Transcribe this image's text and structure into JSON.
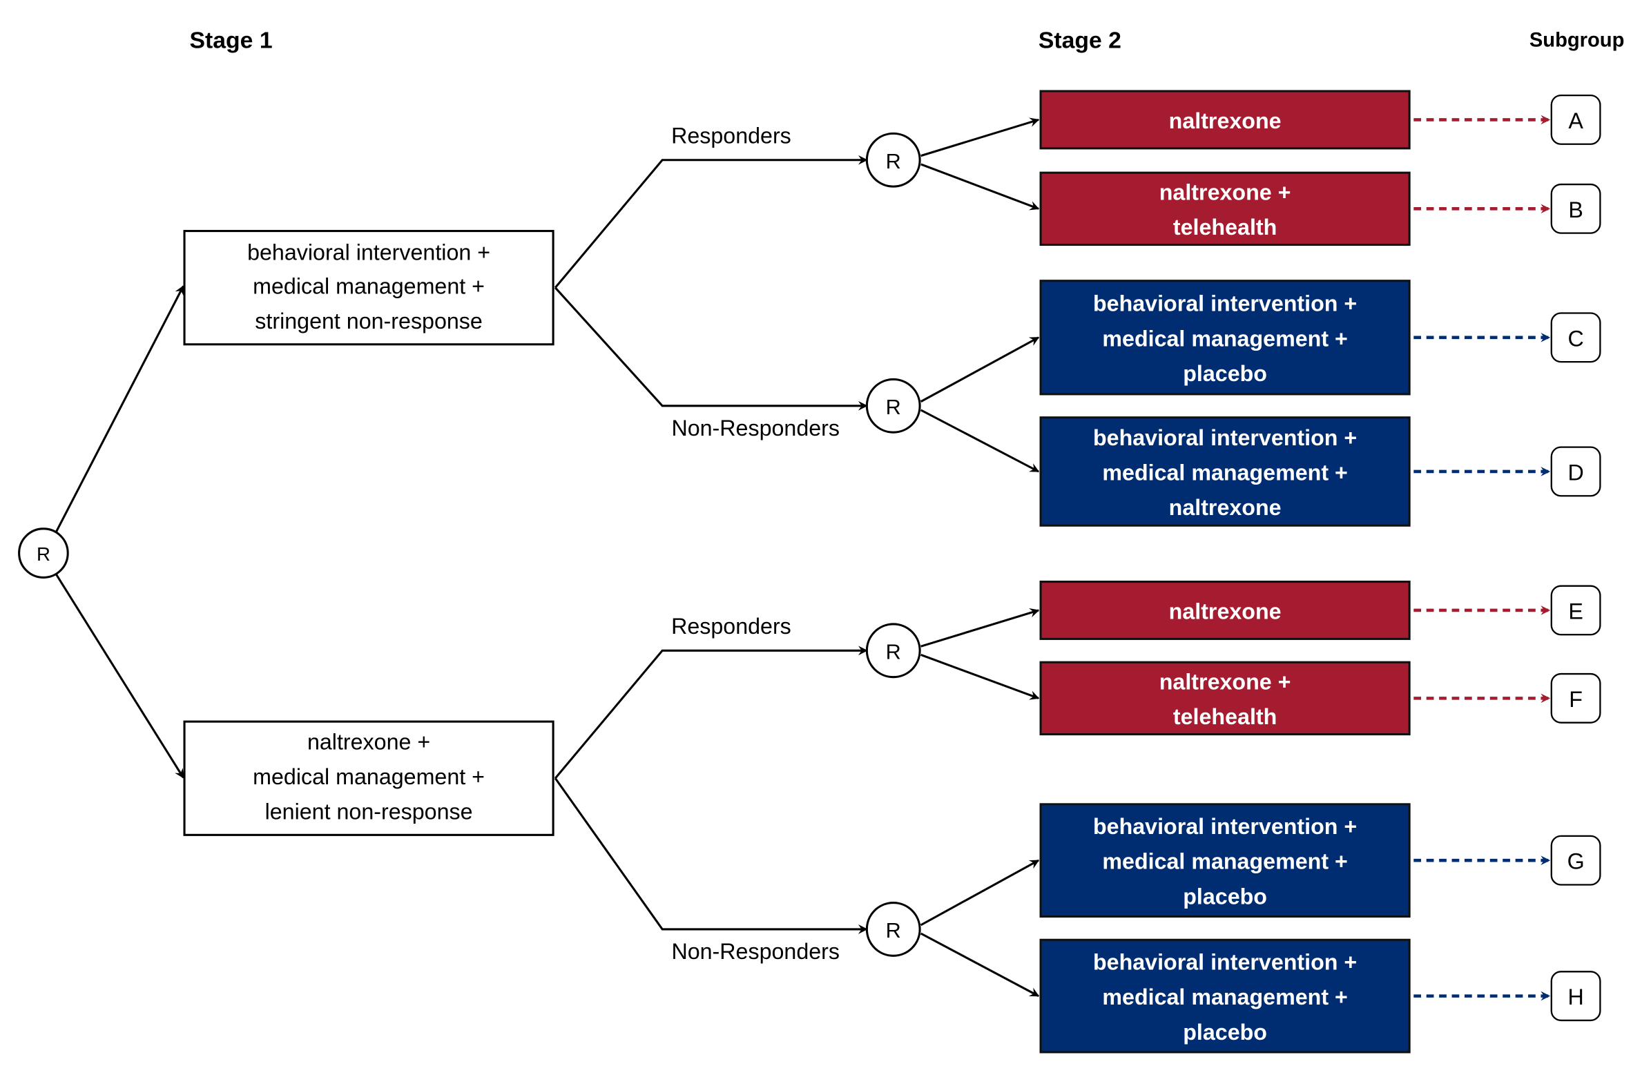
{
  "headers": {
    "stage1": "Stage 1",
    "stage2": "Stage 2",
    "subgroup": "Subgroup"
  },
  "randomization_label": "R",
  "branch_labels": {
    "responders": "Responders",
    "non_responders": "Non-Responders"
  },
  "stage1_boxes": [
    {
      "lines": [
        "behavioral intervention +",
        "medical management +",
        "stringent non-response"
      ]
    },
    {
      "lines": [
        "naltrexone +",
        "medical management +",
        "lenient non-response"
      ]
    }
  ],
  "stage2_boxes": [
    {
      "lines": [
        "naltrexone"
      ],
      "kind": "responder",
      "subgroup": "A"
    },
    {
      "lines": [
        "naltrexone +",
        "telehealth"
      ],
      "kind": "responder",
      "subgroup": "B"
    },
    {
      "lines": [
        "behavioral intervention +",
        "medical management +",
        "placebo"
      ],
      "kind": "non_responder",
      "subgroup": "C"
    },
    {
      "lines": [
        "behavioral intervention +",
        "medical management +",
        "naltrexone"
      ],
      "kind": "non_responder",
      "subgroup": "D"
    },
    {
      "lines": [
        "naltrexone"
      ],
      "kind": "responder",
      "subgroup": "E"
    },
    {
      "lines": [
        "naltrexone +",
        "telehealth"
      ],
      "kind": "responder",
      "subgroup": "F"
    },
    {
      "lines": [
        "behavioral intervention +",
        "medical management +",
        "placebo"
      ],
      "kind": "non_responder",
      "subgroup": "G"
    },
    {
      "lines": [
        "behavioral intervention +",
        "medical management +",
        "placebo"
      ],
      "kind": "non_responder",
      "subgroup": "H"
    }
  ],
  "colors": {
    "responder": "#A51C30",
    "non_responder": "#002D72",
    "line": "#000000"
  }
}
